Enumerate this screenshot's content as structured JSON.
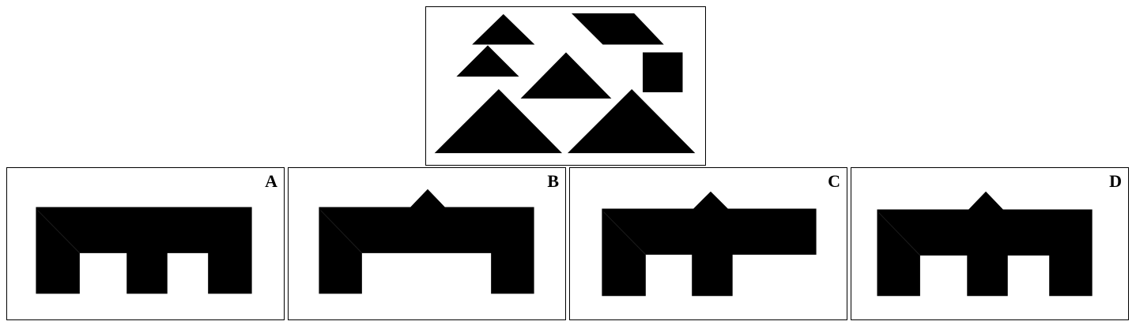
{
  "puzzle": {
    "piece_color": "#000000",
    "options": [
      {
        "letter": "A"
      },
      {
        "letter": "B"
      },
      {
        "letter": "C"
      },
      {
        "letter": "D"
      }
    ]
  }
}
